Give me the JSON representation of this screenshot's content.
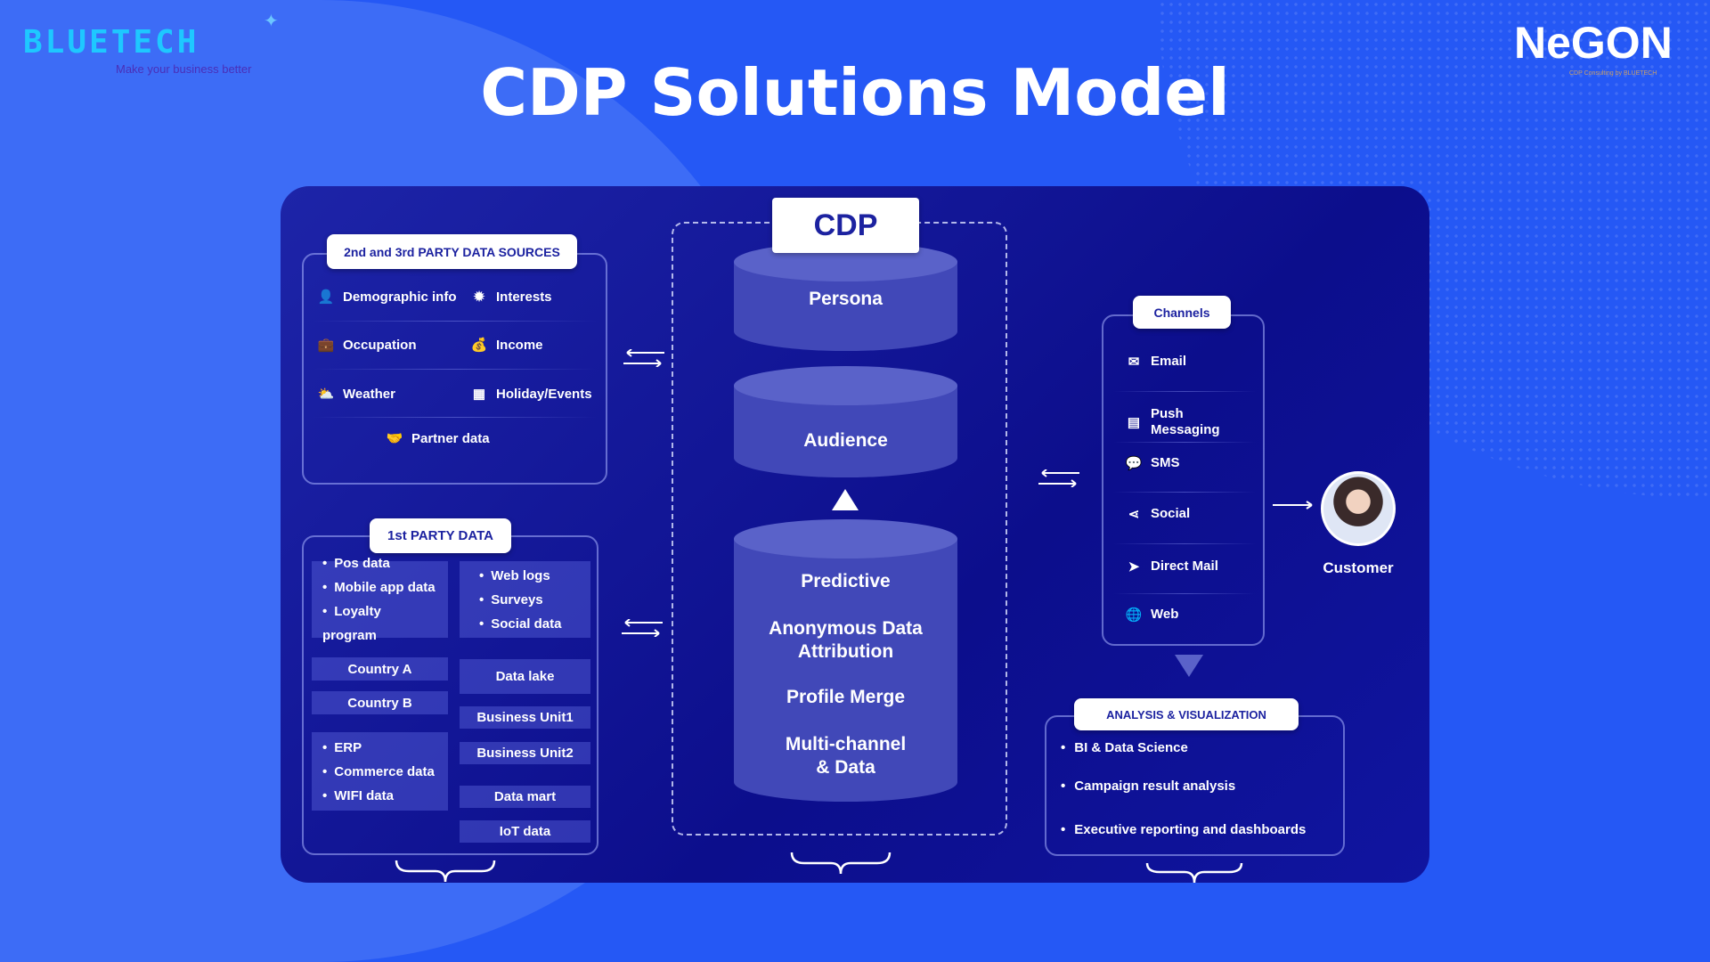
{
  "logos": {
    "bluetech": "BLUETECH",
    "bluetech_tagline": "Make your business better",
    "negon": "NeGON",
    "negon_tagline": "CDP Consulting by BLUETECH"
  },
  "title": "CDP Solutions Model",
  "third_party": {
    "header": "2nd and 3rd PARTY DATA SOURCES",
    "items": [
      {
        "label": "Demographic info",
        "icon": "person-icon"
      },
      {
        "label": "Interests",
        "icon": "sun-icon"
      },
      {
        "label": "Occupation",
        "icon": "briefcase-icon"
      },
      {
        "label": "Income",
        "icon": "money-bag-icon"
      },
      {
        "label": "Weather",
        "icon": "weather-icon"
      },
      {
        "label": "Holiday/Events",
        "icon": "calendar-icon"
      },
      {
        "label": "Partner data",
        "icon": "handshake-icon"
      }
    ]
  },
  "first_party": {
    "header": "1st PARTY DATA",
    "group1": [
      "Pos data",
      "Mobile app data",
      "Loyalty program"
    ],
    "group2": [
      "Web logs",
      "Surveys",
      "Social data"
    ],
    "country_a": "Country A",
    "country_b": "Country B",
    "group3": [
      "ERP",
      "Commerce data",
      "WIFI data"
    ],
    "data_lake": "Data lake",
    "bu1": "Business Unit1",
    "bu2": "Business Unit2",
    "data_mart": "Data mart",
    "iot": "IoT data"
  },
  "cdp": {
    "label": "CDP",
    "persona": "Persona",
    "audience": "Audience",
    "layers": [
      "Predictive",
      "Anonymous Data\nAttribution",
      "Profile Merge",
      "Multi-channel\n& Data"
    ]
  },
  "channels": {
    "header": "Channels",
    "items": [
      {
        "label": "Email",
        "icon": "email-icon"
      },
      {
        "label": "Push Messaging",
        "icon": "push-icon"
      },
      {
        "label": "SMS",
        "icon": "sms-icon"
      },
      {
        "label": "Social",
        "icon": "share-icon"
      },
      {
        "label": "Direct Mail",
        "icon": "send-icon"
      },
      {
        "label": "Web",
        "icon": "globe-icon"
      }
    ]
  },
  "customer": "Customer",
  "analysis": {
    "header": "ANALYSIS & VISUALIZATION",
    "items": [
      "BI & Data Science",
      "Campaign result analysis",
      "Executive reporting and dashboards"
    ]
  }
}
